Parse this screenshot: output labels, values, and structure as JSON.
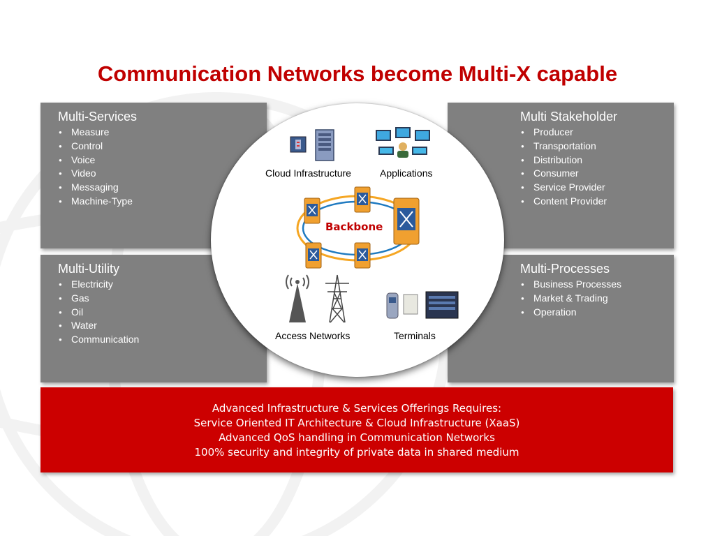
{
  "title": "Communication Networks become Multi-X capable",
  "panels": {
    "multi_services": {
      "title": "Multi-Services",
      "items": [
        "Measure",
        "Control",
        "Voice",
        "Video",
        "Messaging",
        "Machine-Type"
      ]
    },
    "multi_stakeholder": {
      "title": "Multi Stakeholder",
      "items": [
        "Producer",
        "Transportation",
        "Distribution",
        "Consumer",
        "Service Provider",
        "Content Provider"
      ]
    },
    "multi_utility": {
      "title": "Multi-Utility",
      "items": [
        "Electricity",
        "Gas",
        "Oil",
        "Water",
        "Communication"
      ]
    },
    "multi_processes": {
      "title": "Multi-Processes",
      "items": [
        "Business Processes",
        "Market & Trading",
        "Operation"
      ]
    }
  },
  "circle": {
    "cloud_label": "Cloud Infrastructure",
    "applications_label": "Applications",
    "backbone_label": "Backbone",
    "access_label": "Access Networks",
    "terminals_label": "Terminals"
  },
  "requirements": {
    "lines": [
      "Advanced Infrastructure & Services Offerings Requires:",
      "Service Oriented IT Architecture & Cloud Infrastructure (XaaS)",
      "Advanced QoS handling in Communication Networks",
      "100% security and integrity of private data in shared medium"
    ]
  },
  "colors": {
    "accent": "#c00000",
    "panel": "#808080",
    "banner": "#cc0000",
    "ring_orange": "#f5a623",
    "ring_blue": "#1f7ac0"
  },
  "icons": [
    "server-rack-icon",
    "workstations-icon",
    "network-node-icon",
    "antenna-tower-icon",
    "power-pylon-icon",
    "terminal-devices-icon"
  ]
}
